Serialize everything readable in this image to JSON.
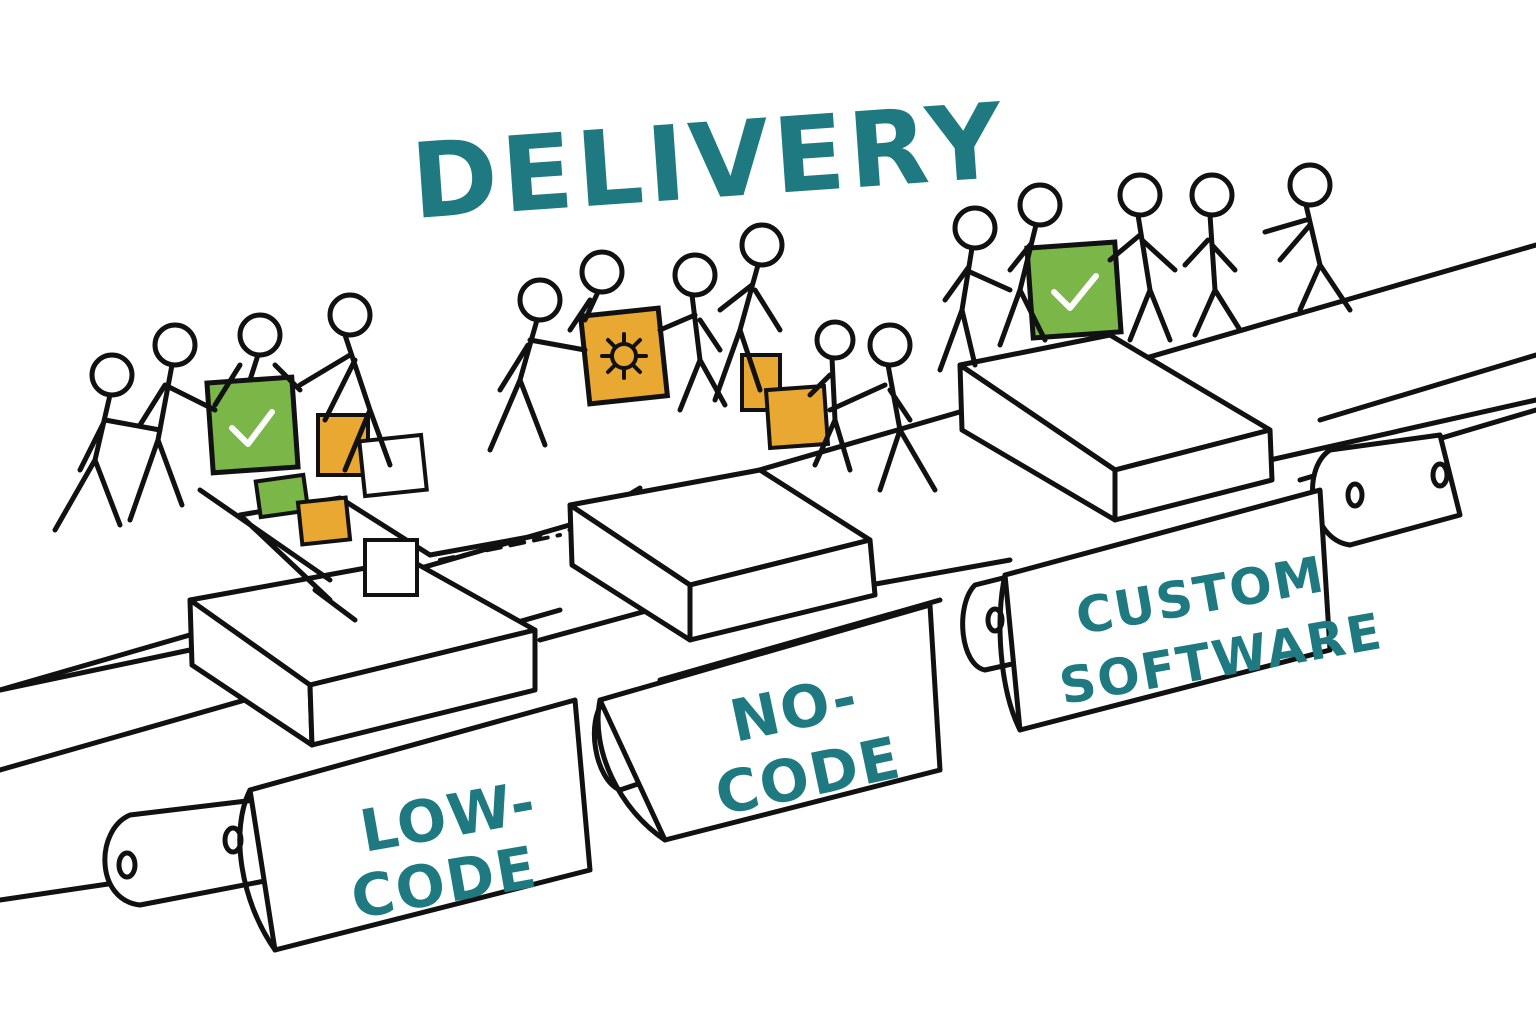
{
  "title": "DELIVERY",
  "stages": [
    {
      "line1": "LOW-",
      "line2": "CODE"
    },
    {
      "line1": "NO-",
      "line2": "CODE"
    },
    {
      "line1": "CUSTOM",
      "line2": "SOFTWARE"
    }
  ],
  "colors": {
    "ink": "#111111",
    "title": "#1e7a80",
    "label": "#1e7a80",
    "green_box": "#7ab648",
    "orange_box": "#e8a832",
    "background": "#ffffff"
  },
  "icons": [
    "checkmark-icon",
    "gear-icon"
  ]
}
